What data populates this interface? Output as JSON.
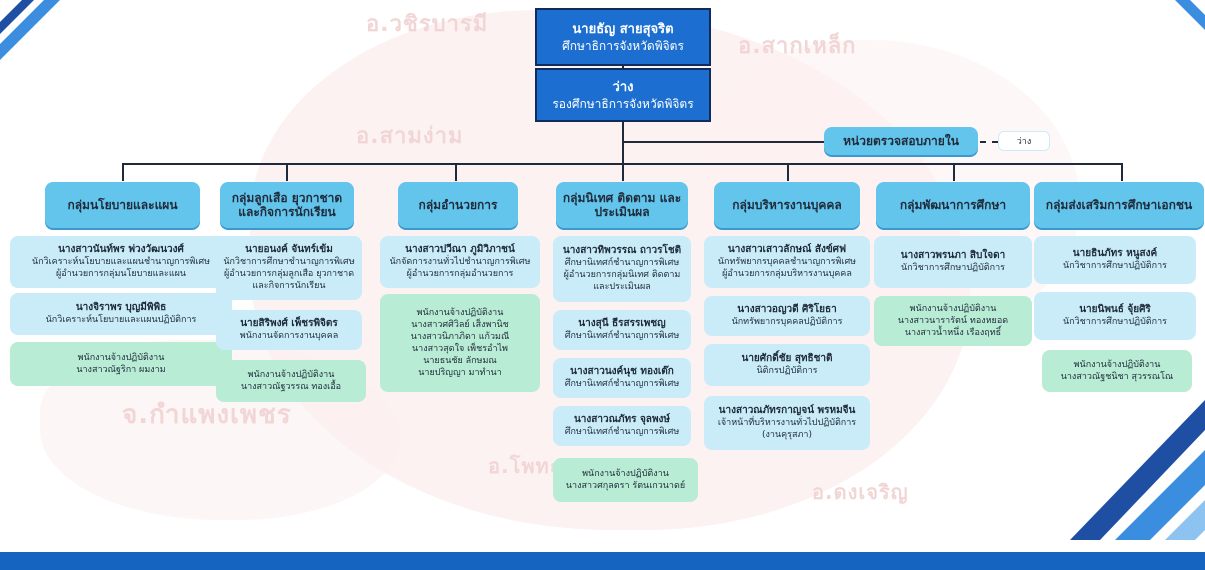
{
  "watermarks": {
    "vachirabarami": "อ.วชิรบารมี",
    "sakalek": "อ.สากเหล็ก",
    "samngam": "อ.สามง่าม",
    "kamphaengphet": "จ.กำแพงเพชร",
    "photale": "อ.โพทะ",
    "dongcharoen": "อ.ดงเจริญ"
  },
  "top": {
    "director_name": "นายธัญ สายสุจริต",
    "director_title": "ศึกษาธิการจังหวัดพิจิตร",
    "deputy_name": "ว่าง",
    "deputy_title": "รองศึกษาธิการจังหวัดพิจิตร"
  },
  "audit": {
    "label": "หน่วยตรวจสอบภายใน",
    "status": "ว่าง"
  },
  "groups": [
    {
      "header": "กลุ่มนโยบายและแผน",
      "members": [
        {
          "name": "นางสาวนันท์พร พ่วงวัฒนวงศ์",
          "lines": [
            "นักวิเคราะห์นโยบายและแผนชำนาญการพิเศษ",
            "ผู้อำนวยการกลุ่มนโยบายและแผน"
          ]
        },
        {
          "name": "นางจิราพร บุญมีพิพิธ",
          "lines": [
            "นักวิเคราะห์นโยบายและแผนปฏิบัติการ"
          ]
        }
      ],
      "contract": [
        "พนักงานจ้างปฏิบัติงาน",
        "นางสาวณัฐริกา ผมงาม"
      ]
    },
    {
      "header": "กลุ่มลูกเสือ ยุวกาชาด และกิจการนักเรียน",
      "members": [
        {
          "name": "นายอนงค์ จันทร์เข้ม",
          "lines": [
            "นักวิชาการศึกษาชำนาญการพิเศษ",
            "ผู้อำนวยการกลุ่มลูกเสือ ยุวกาชาด",
            "และกิจการนักเรียน"
          ]
        },
        {
          "name": "นายสิริพงศ์ เพ็ชรพิจิตร",
          "lines": [
            "พนักงานจัดการงานบุคคล"
          ]
        }
      ],
      "contract": [
        "พนักงานจ้างปฏิบัติงาน",
        "นางสาวณัฐวรรณ ทองเอื้อ"
      ]
    },
    {
      "header": "กลุ่มอำนวยการ",
      "members": [
        {
          "name": "นางสาวปวีณา ภูมิวิภาชน์",
          "lines": [
            "นักจัดการงานทั่วไปชำนาญการพิเศษ",
            "ผู้อำนวยการกลุ่มอำนวยการ"
          ]
        }
      ],
      "contract": [
        "พนักงานจ้างปฏิบัติงาน",
        "นางสาวศศิวิลย์ เส็งพานิช",
        "นางสาวนิภาภิดา แก้วมณี",
        "นางสาวสุดใจ เพ็ชรอำไพ",
        "นายธนชัย ลักษมณ",
        "นายปริญญา มาทำนา"
      ]
    },
    {
      "header": "กลุ่มนิเทศ ติดตาม และประเมินผล",
      "members": [
        {
          "name": "นางสาวทิพวรรณ ถาวรโชติ",
          "lines": [
            "ศึกษานิเทศก์ชำนาญการพิเศษ",
            "ผู้อำนวยการกลุ่มนิเทศ ติดตาม",
            "และประเมินผล"
          ]
        },
        {
          "name": "นางสุนี ธีรสรรเพชญ",
          "lines": [
            "ศึกษานิเทศก์ชำนาญการพิเศษ"
          ]
        },
        {
          "name": "นางสาวนงค์นุช ทองเต๊ก",
          "lines": [
            "ศึกษานิเทศก์ชำนาญการพิเศษ"
          ]
        },
        {
          "name": "นางสาวณภัทร จุลพงษ์",
          "lines": [
            "ศึกษานิเทศก์ชำนาญการพิเศษ"
          ]
        }
      ],
      "contract": [
        "พนักงานจ้างปฏิบัติงาน",
        "นางสาวศกุลตรา รัตนเกวนาดย์"
      ]
    },
    {
      "header": "กลุ่มบริหารงานบุคคล",
      "members": [
        {
          "name": "นางสาวเสาวลักษณ์ สังข์ศฟ",
          "lines": [
            "นักทรัพยากรบุคคลชำนาญการพิเศษ",
            "ผู้อำนวยการกลุ่มบริหารงานบุคคล"
          ]
        },
        {
          "name": "นางสาวอญวดี ศิริโยธา",
          "lines": [
            "นักทรัพยากรบุคคลปฏิบัติการ"
          ]
        },
        {
          "name": "นายศักดิ์ชัย สุทธิชาติ",
          "lines": [
            "นิติกรปฏิบัติการ"
          ]
        },
        {
          "name": "นางสาวณภัทรกาญจน์ พรหมจีน",
          "lines": [
            "เจ้าหน้าที่บริหารงานทั่วไปปฏิบัติการ",
            "(งานคุรุสภา)"
          ]
        }
      ],
      "contract": []
    },
    {
      "header": "กลุ่มพัฒนาการศึกษา",
      "members": [
        {
          "name": "นางสาวพรนภา สิบใจดา",
          "lines": [
            "นักวิชาการศึกษาปฏิบัติการ"
          ]
        }
      ],
      "contract": [
        "พนักงานจ้างปฏิบัติงาน",
        "นางสาวนารารัตน์ ทองหยอด",
        "นางสาวน้ำหนึ่ง เรืองฤทธิ์"
      ]
    },
    {
      "header": "กลุ่มส่งเสริมการศึกษาเอกชน",
      "members": [
        {
          "name": "นายธินภัทร หนูสงค์",
          "lines": [
            "นักวิชาการศึกษาปฏิบัติการ"
          ]
        },
        {
          "name": "นายนิพนธ์ จุ้ยศิริ",
          "lines": [
            "นักวิชาการศึกษาปฏิบัติการ"
          ]
        }
      ],
      "contract": [
        "พนักงานจ้างปฏิบัติงาน",
        "นางสาวณัฐชนิชา สุวรรณโณ"
      ]
    }
  ],
  "colors": {
    "navy_box": "#1c6fd0",
    "header_box": "#63c4ec",
    "member_box": "#c9ecf8",
    "contract_box": "#b8ecd5",
    "bottom_band": "#1565c0"
  }
}
